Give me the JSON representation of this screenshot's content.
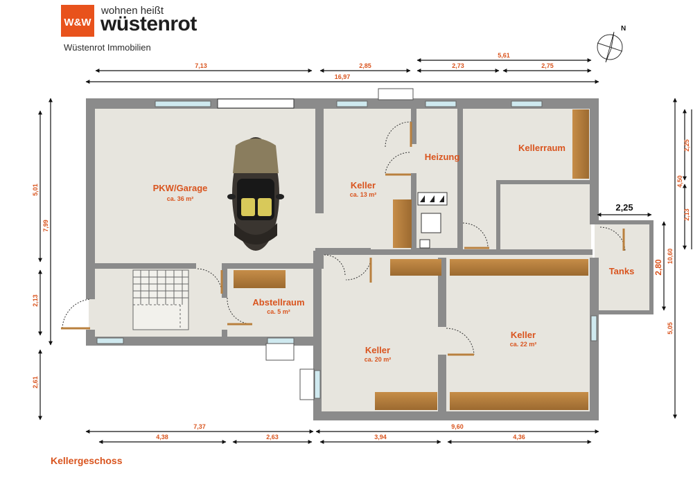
{
  "brand": {
    "logo_mark": "W&W",
    "tagline": "wohnen heißt",
    "name": "wüstenrot",
    "subtitle": "Wüstenrot Immobilien",
    "color": "#e8521c"
  },
  "floor": {
    "title": "Kellergeschoss"
  },
  "compass": {
    "label": "N",
    "icon": "compass-icon"
  },
  "rooms": [
    {
      "id": "garage",
      "name": "PKW/Garage",
      "area": "ca. 36 m²"
    },
    {
      "id": "keller13",
      "name": "Keller",
      "area": "ca. 13 m²"
    },
    {
      "id": "heizung",
      "name": "Heizung",
      "area": ""
    },
    {
      "id": "kellerraum",
      "name": "Kellerraum",
      "area": ""
    },
    {
      "id": "tanks",
      "name": "Tanks",
      "area": ""
    },
    {
      "id": "abstellraum",
      "name": "Abstellraum",
      "area": "ca. 5 m²"
    },
    {
      "id": "keller20",
      "name": "Keller",
      "area": "ca. 20 m²"
    },
    {
      "id": "keller22",
      "name": "Keller",
      "area": "ca. 22 m²"
    }
  ],
  "dimensions": {
    "top": [
      "7,13",
      "2,85",
      "5,61",
      "2,73",
      "2,75",
      "16,97"
    ],
    "bottom": [
      "7,37",
      "9,60",
      "4,38",
      "2,63",
      "3,94",
      "4,36"
    ],
    "left": [
      "5,01",
      "7,99",
      "2,13",
      "2,61"
    ],
    "right": [
      "2,25",
      "4,50",
      "2,13",
      "10,60",
      "2,80",
      "5,05"
    ],
    "tanks_width": "2,25"
  },
  "colors": {
    "wall": "#8a8a8a",
    "floor": "#e6e4dd",
    "dimension": "#d9541e",
    "wood": "#b9803e",
    "window": "#cde8ee"
  }
}
